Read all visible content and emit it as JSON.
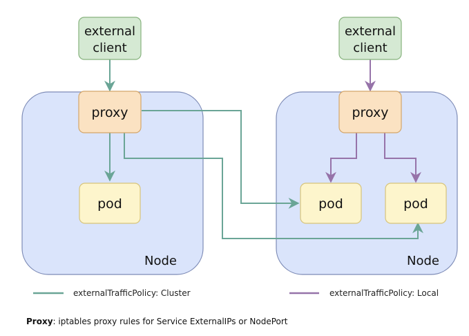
{
  "colors": {
    "node_fill": "#dae4fb",
    "node_stroke": "#7d8bb6",
    "client_fill": "#d5e9d3",
    "client_stroke": "#86b27d",
    "proxy_fill": "#fbe2c2",
    "proxy_stroke": "#d3a66a",
    "pod_fill": "#fdf5cc",
    "pod_stroke": "#d7c47a",
    "cluster_line": "#6aa596",
    "local_line": "#9673a9"
  },
  "left": {
    "client_line1": "external",
    "client_line2": "client",
    "proxy": "proxy",
    "pod": "pod",
    "node": "Node"
  },
  "right": {
    "client_line1": "external",
    "client_line2": "client",
    "proxy": "proxy",
    "pod_a": "pod",
    "pod_b": "pod",
    "node": "Node"
  },
  "legend": {
    "cluster": "externalTrafficPolicy: Cluster",
    "local": "externalTrafficPolicy: Local"
  },
  "caption": {
    "term": "Proxy",
    "text": ": iptables proxy rules for Service ExternalIPs or NodePort"
  }
}
